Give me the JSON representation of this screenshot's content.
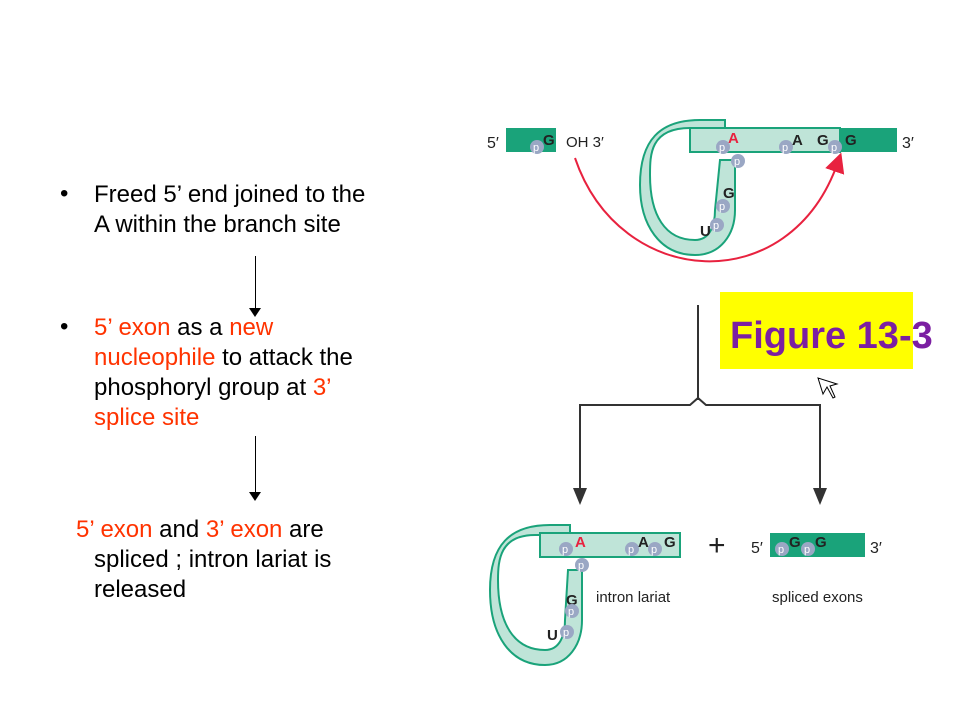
{
  "bullets": [
    {
      "marker": "•",
      "line1": "Freed 5’ end joined to the",
      "line2": "A within the branch site"
    },
    {
      "marker": "•",
      "l1a": "5’ exon",
      "l1b": " as a ",
      "l1c": "new",
      "l2a": "nucleophile",
      "l2b": " to attack the",
      "l3a": "phosphoryl group at ",
      "l3b": "3’",
      "l4a": "splice site"
    }
  ],
  "result": {
    "p1": "5’ exon",
    "p2": " and ",
    "p3": "3’ exon",
    "p4": " are",
    "line2": "spliced ; intron lariat is",
    "line3": "released"
  },
  "figure": {
    "label": "Figure 13-3",
    "top_left_5": "5′",
    "oh3": "OH 3′",
    "top_right_3": "3′",
    "nuc_A": "A",
    "nuc_G": "G",
    "nuc_U": "U",
    "p": "p",
    "plus": "+",
    "bottom_5": "5′",
    "bottom_3": "3′",
    "intron_lariat": "intron lariat",
    "spliced_exons": "spliced exons"
  },
  "colors": {
    "exon": "#1aa37a",
    "intron": "#bfe4d8",
    "red": "#ff3300",
    "arrow": "#e8223f",
    "label_bg": "#ffff00",
    "label_text": "#7b1fa2",
    "p_circle": "#9aa7c4"
  }
}
